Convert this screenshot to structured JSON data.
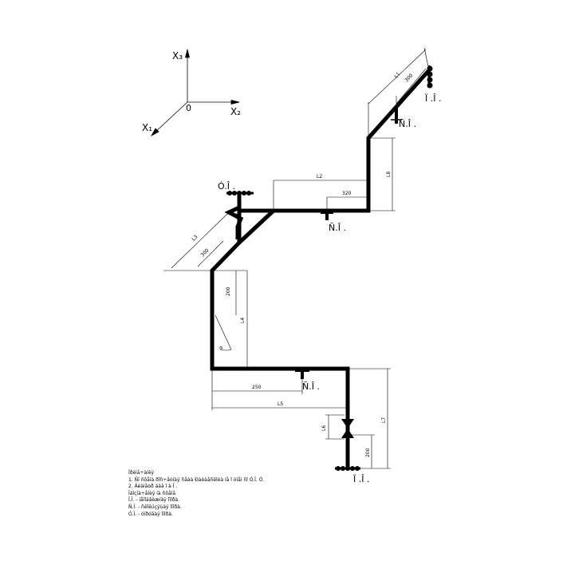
{
  "axes": {
    "x1": "X₁",
    "x2": "X₂",
    "x3": "X₃",
    "origin": "0"
  },
  "supports": {
    "fixed_top": "Ï .Î .",
    "guide_top": "Ñ.Î .",
    "spring_top": "Ó.Î .",
    "guide_mid": "Ñ.Î .",
    "guide_low": "Ñ.Î .",
    "fixed_bottom": "Ï .Î ."
  },
  "dimensions": {
    "L1": "L1",
    "d300_top": "300",
    "L2": "L2",
    "d320": "320",
    "L8": "L8",
    "L3": "L3",
    "d300_mid": "300",
    "d200": "200",
    "L4": "L4",
    "alpha": "α",
    "d250": "250",
    "L5": "L5",
    "L6": "L6",
    "d200_bottom": "200",
    "L7": "L7"
  },
  "notes": [
    "Ïðèìå÷àíèÿ",
    "1. Ñï ñõåìà ðîñ÷åòíàÿ ñåàà Ðàèàåñêîéà íå î óíåì ñî Ó.Î. Ó.",
    "2. Äèàìåòð ààà î à Î .",
    "Îáîçíà÷åíèÿ íà ñõåìå",
    "Ï.Î. - íåïîäâèæíàÿ îïîðà.",
    "Ñ.Î. - ñêîëüçÿùàÿ îïîðà.",
    "Ó.Î. - óïðóãàÿ îïîðà."
  ]
}
